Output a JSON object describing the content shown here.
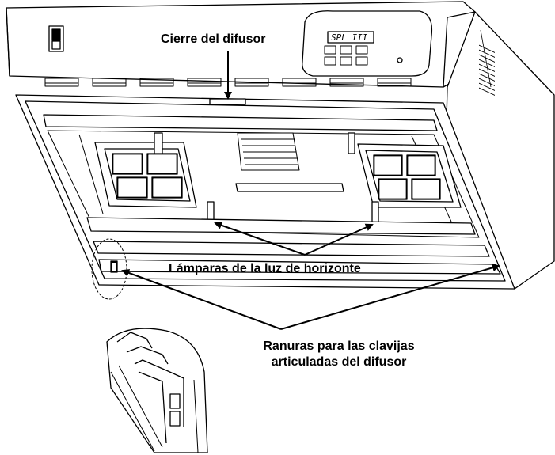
{
  "labels": {
    "diffuser_latch": "Cierre del difusor",
    "horizon_lamps": "Lámparas de la luz de horizonte",
    "hinge_slots_line1": "Ranuras para las clavijas",
    "hinge_slots_line2": "articuladas del difusor"
  },
  "control_panel": {
    "display_text": "SPL III"
  }
}
